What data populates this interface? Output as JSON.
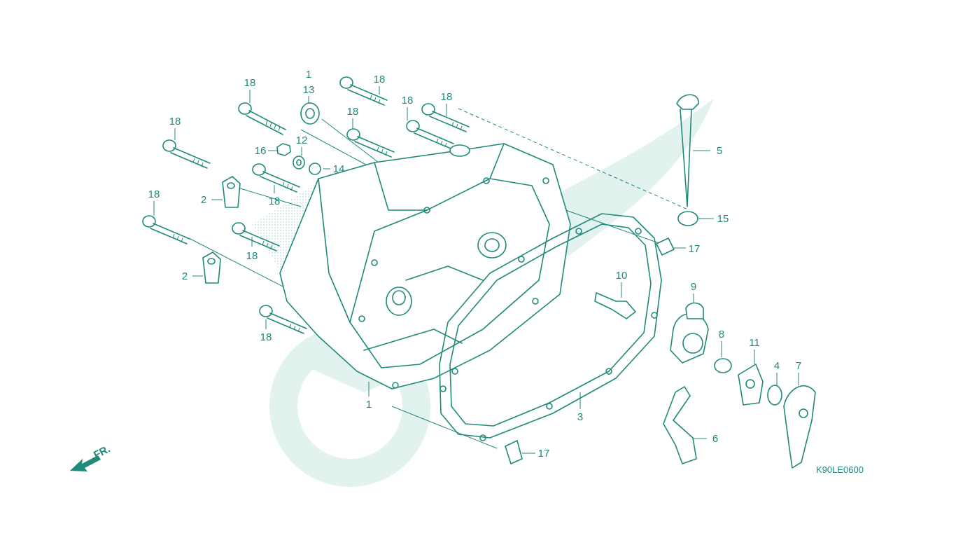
{
  "diagram": {
    "code": "K90LE0600",
    "direction_label": "FR.",
    "colors": {
      "line": "#1f8a7a",
      "watermark": "#e2f2ee",
      "dots": "#9fcfc4"
    },
    "callouts": [
      {
        "id": "c-1a",
        "text": "1"
      },
      {
        "id": "c-13",
        "text": "13"
      },
      {
        "id": "c-18a",
        "text": "18"
      },
      {
        "id": "c-18b",
        "text": "18"
      },
      {
        "id": "c-18c",
        "text": "18"
      },
      {
        "id": "c-18d",
        "text": "18"
      },
      {
        "id": "c-18e",
        "text": "18"
      },
      {
        "id": "c-18f",
        "text": "18"
      },
      {
        "id": "c-18g",
        "text": "18"
      },
      {
        "id": "c-18h",
        "text": "18"
      },
      {
        "id": "c-18i",
        "text": "18"
      },
      {
        "id": "c-18j",
        "text": "18"
      },
      {
        "id": "c-16",
        "text": "16"
      },
      {
        "id": "c-12",
        "text": "12"
      },
      {
        "id": "c-14",
        "text": "14"
      },
      {
        "id": "c-2a",
        "text": "2"
      },
      {
        "id": "c-2b",
        "text": "2"
      },
      {
        "id": "c-5",
        "text": "5"
      },
      {
        "id": "c-15",
        "text": "15"
      },
      {
        "id": "c-17a",
        "text": "17"
      },
      {
        "id": "c-10",
        "text": "10"
      },
      {
        "id": "c-9",
        "text": "9"
      },
      {
        "id": "c-8",
        "text": "8"
      },
      {
        "id": "c-11",
        "text": "11"
      },
      {
        "id": "c-4",
        "text": "4"
      },
      {
        "id": "c-7",
        "text": "7"
      },
      {
        "id": "c-1b",
        "text": "1"
      },
      {
        "id": "c-3",
        "text": "3"
      },
      {
        "id": "c-6",
        "text": "6"
      },
      {
        "id": "c-17b",
        "text": "17"
      }
    ]
  }
}
